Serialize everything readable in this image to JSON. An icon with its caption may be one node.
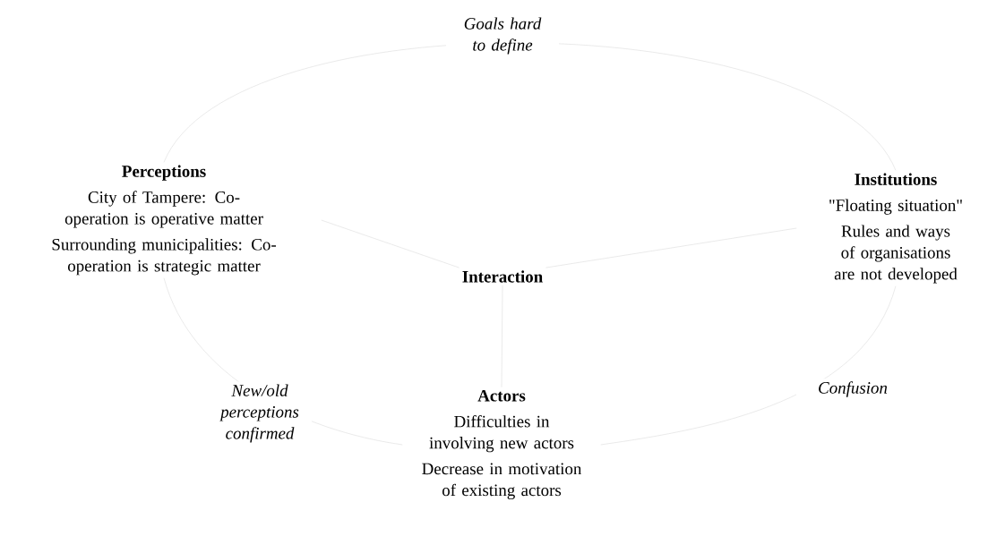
{
  "diagram": {
    "nodes": [
      {
        "text": [
          "Perceptions",
          "City of Tampere: Co-operation is operative matter",
          "Surrounding municipalities: Co-operation is strategic matter"
        ]
      },
      {
        "text": [
          "Institutions",
          "\"Floating situation\"",
          "Rules and ways of organisations are not developed"
        ]
      },
      {
        "text": [
          "Interaction"
        ]
      },
      {
        "text": [
          "Actors",
          "Difficulties in involving new actors",
          "Decrease in motivation of existing actors"
        ]
      }
    ],
    "edges": [
      {
        "from": 2,
        "to": 0,
        "arrow": "none"
      },
      {
        "from": 2,
        "to": 1,
        "arrow": "none"
      },
      {
        "from": 2,
        "to": 3,
        "arrow": "none"
      },
      {
        "from": 0,
        "to": 1,
        "arrow": "none",
        "label": "Goals hard to define"
      },
      {
        "from": 1,
        "to": 3,
        "arrow": "none",
        "label": "Confusion"
      },
      {
        "from": 3,
        "to": 0,
        "arrow": "none",
        "label": "New/old perceptions confirmed"
      }
    ]
  }
}
